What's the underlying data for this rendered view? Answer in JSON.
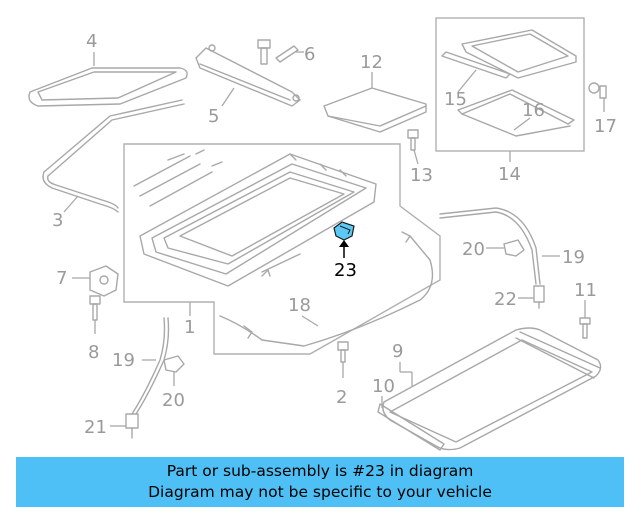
{
  "colors": {
    "highlight_part": "#5bc8f5",
    "banner": "#4fc0f5",
    "line": "#a8a8a8",
    "label": "#9a9a9a"
  },
  "callouts": {
    "c1": "1",
    "c2": "2",
    "c3": "3",
    "c4": "4",
    "c5": "5",
    "c6": "6",
    "c7": "7",
    "c8": "8",
    "c9": "9",
    "c10": "10",
    "c11": "11",
    "c12": "12",
    "c13": "13",
    "c14": "14",
    "c15": "15",
    "c16": "16",
    "c17": "17",
    "c18": "18",
    "c19a": "19",
    "c19b": "19",
    "c20a": "20",
    "c20b": "20",
    "c21": "21",
    "c22": "22",
    "c23": "23"
  },
  "banner": {
    "line1": "Part or sub-assembly is #23 in diagram",
    "line2": "Diagram may not be specific to your vehicle"
  }
}
